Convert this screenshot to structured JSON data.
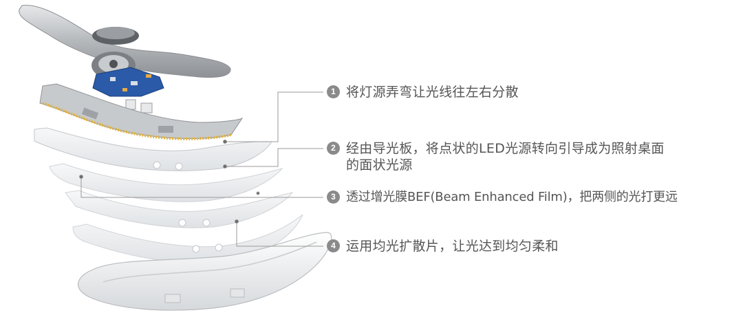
{
  "callouts": [
    {
      "number": "1",
      "text": "将灯源弄弯让光线往左右分散"
    },
    {
      "number": "2",
      "text": "经由导光板，将点状的LED光源转向引导成为照射桌面",
      "text2": "的面状光源"
    },
    {
      "number": "3",
      "text": "透过增光膜BEF(Beam Enhanced Film)，把两侧的光打更远"
    },
    {
      "number": "4",
      "text": "运用均光扩散片，让光达到均匀柔和"
    }
  ],
  "colors": {
    "badge": "#8a8a8a",
    "text": "#555555",
    "leader_line": "#9a9a9a",
    "metal": "#b9bcbf",
    "pcb": "#2a5aa8",
    "film": "#eef0f2"
  },
  "icons": [
    "lamp-head-part",
    "led-strip-part",
    "light-guide-part",
    "bef-film-part",
    "diffuser-part",
    "housing-part"
  ]
}
